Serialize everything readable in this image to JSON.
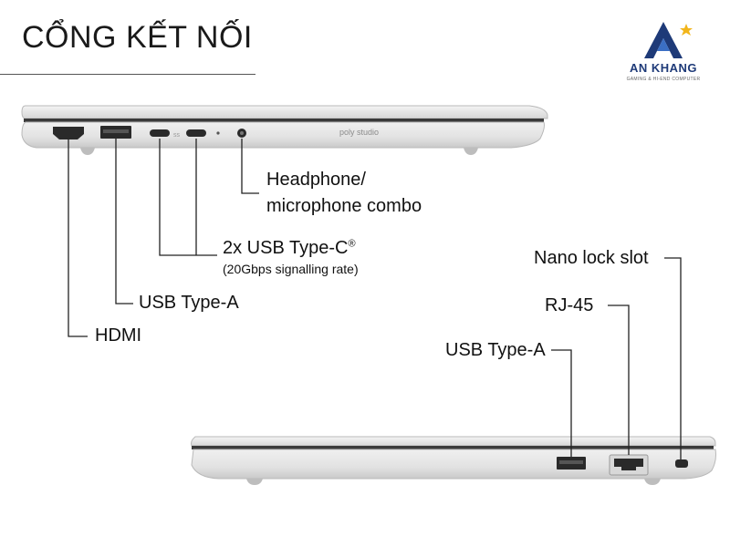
{
  "header": {
    "title": "CỔNG KẾT NỐI"
  },
  "logo": {
    "name": "AN KHANG",
    "tagline": "GAMING & HI-END COMPUTER",
    "accent_color": "#1e3a78",
    "star_color": "#f2b51a"
  },
  "laptop_left": {
    "brand_text": "poly studio"
  },
  "labels": {
    "headphone_line1": "Headphone/",
    "headphone_line2": "microphone combo",
    "usbc_main": "2x USB Type-C",
    "usbc_mark": "®",
    "usbc_sub": "(20Gbps signalling rate)",
    "usba_left": "USB Type-A",
    "hdmi": "HDMI",
    "nano_lock": "Nano lock slot",
    "rj45": "RJ-45",
    "usba_right": "USB Type-A"
  },
  "colors": {
    "chassis": "#e9e9e9",
    "chassis_edge": "#b9b9b9",
    "port": "#2a2a2a",
    "leader_line": "#222222"
  }
}
